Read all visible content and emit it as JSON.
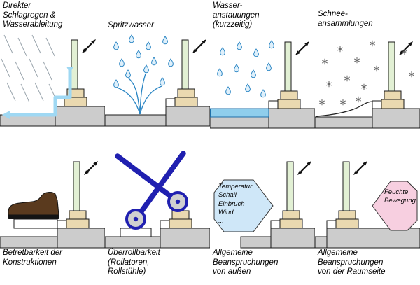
{
  "panels": [
    {
      "title": "Direkter\nSchlagregen &\nWasserableitung"
    },
    {
      "title": "Spritzwasser"
    },
    {
      "title": "Wasser-\nanstauungen\n(kurzzeitig)"
    },
    {
      "title": "Schnee-\nansammlungen"
    },
    {
      "title": "Betretbarkeit der\nKonstruktionen"
    },
    {
      "title": "Überrollbarkeit\n(Rollatoren,\nRollstühle)"
    },
    {
      "title": "Allgemeine\nBeanspruchungen\nvon außen",
      "callout": "Temperatur\nSchall\nEinbruch\nWind\n..."
    },
    {
      "title": "Allgemeine\nBeanspruchungen\nvon der Raumseite",
      "callout": "Feuchte\nBewegung\n..."
    }
  ],
  "colors": {
    "ground_gray": "#cccccc",
    "sill_tan": "#ead9b0",
    "door_green": "#e2f0d4",
    "white": "#ffffff",
    "water_blue": "#9fd8f3",
    "drop_blue": "#2b86c4",
    "drop_fill": "#dff0fb",
    "pool_blue": "#8fceec",
    "pool_edge": "#1f6fa8",
    "rain_gray": "#9aa5ad",
    "snow_gray": "#666666",
    "rollator_blue": "#2020b0",
    "wheel_gray": "#d0d0d0",
    "shoe_brown": "#5a3a1e",
    "sole_black": "#141414",
    "callout_blue_fill": "#cfe7f8",
    "callout_pink_fill": "#f7cfe0"
  }
}
